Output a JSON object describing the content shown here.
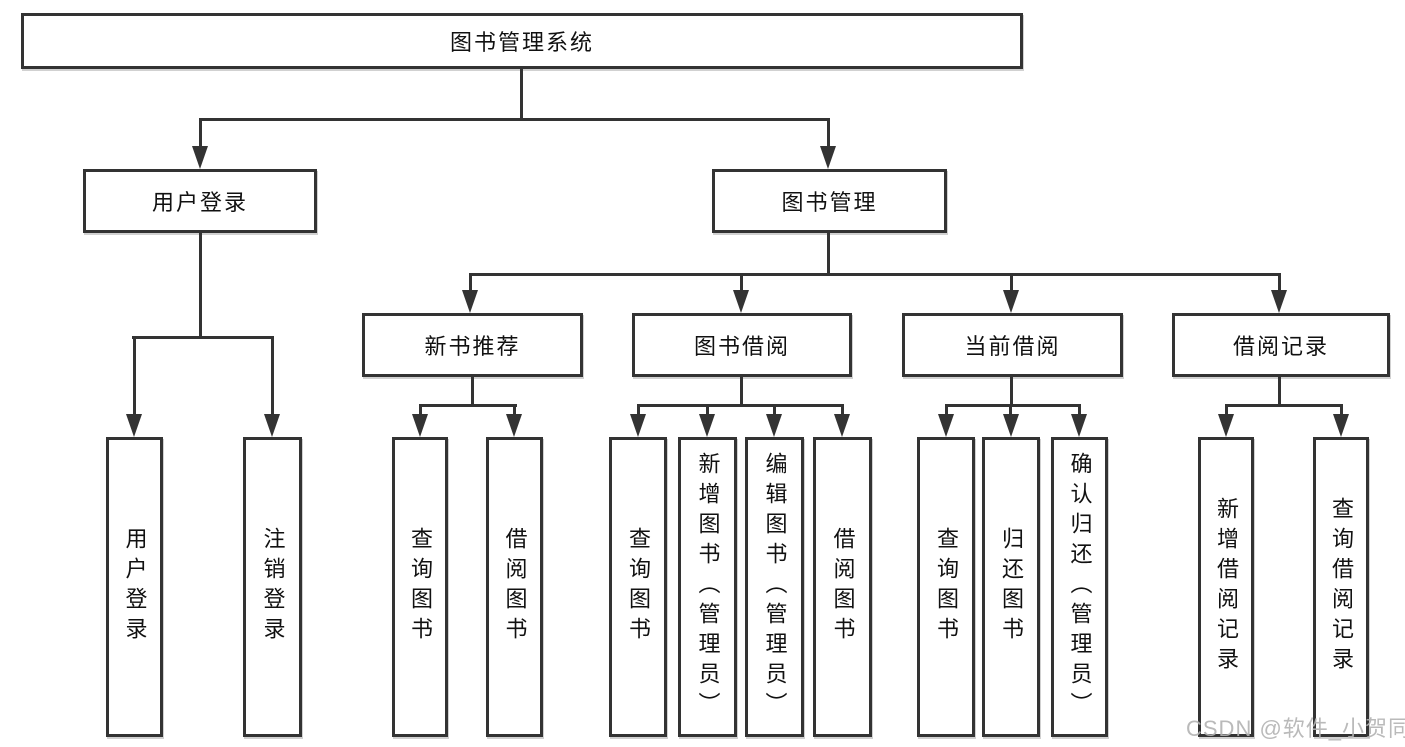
{
  "diagram_type": "hierarchy-tree",
  "tree": {
    "label": "图书管理系统",
    "children": [
      {
        "label": "用户登录",
        "children": [
          {
            "label": "用户登录"
          },
          {
            "label": "注销登录"
          }
        ]
      },
      {
        "label": "图书管理",
        "children": [
          {
            "label": "新书推荐",
            "children": [
              {
                "label": "查询图书"
              },
              {
                "label": "借阅图书"
              }
            ]
          },
          {
            "label": "图书借阅",
            "children": [
              {
                "label": "查询图书"
              },
              {
                "label": "新增图书（管理员）"
              },
              {
                "label": "编辑图书（管理员）"
              },
              {
                "label": "借阅图书"
              }
            ]
          },
          {
            "label": "当前借阅",
            "children": [
              {
                "label": "查询图书"
              },
              {
                "label": "归还图书"
              },
              {
                "label": "确认归还（管理员）"
              }
            ]
          },
          {
            "label": "借阅记录",
            "children": [
              {
                "label": "新增借阅记录"
              },
              {
                "label": "查询借阅记录"
              }
            ]
          }
        ]
      }
    ]
  },
  "watermark": {
    "text": "CSDN @软件_小贺同学"
  },
  "colors": {
    "line": "#333333",
    "box_border": "#333333",
    "box_fill": "#ffffff",
    "text": "#111111",
    "watermark": "#b3b3b3",
    "background": "#ffffff"
  }
}
